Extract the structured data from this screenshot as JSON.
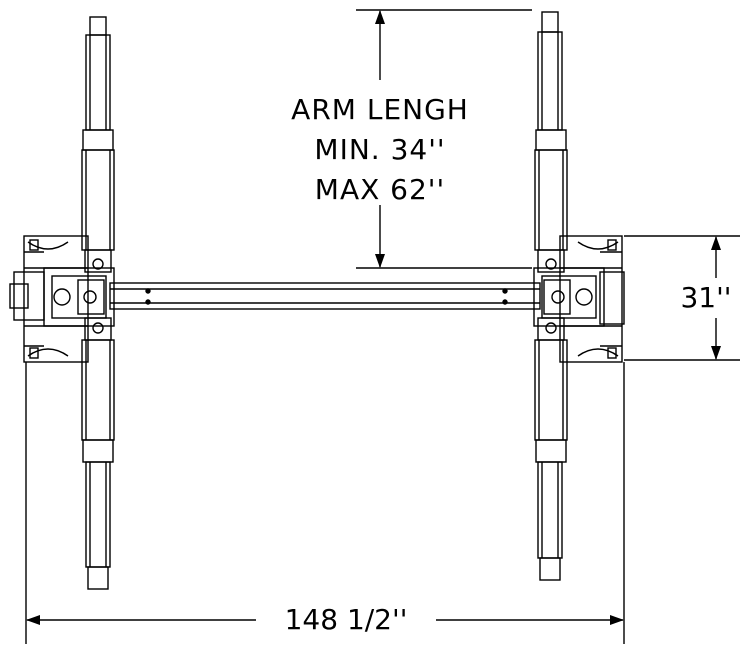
{
  "labels": {
    "arm_length_line1": "ARM LENGH",
    "arm_length_line2": "MIN. 34''",
    "arm_length_line3": "MAX 62''",
    "height_dimension": "31''",
    "width_dimension": "148 1/2''"
  },
  "colors": {
    "line": "#000000",
    "background": "#ffffff"
  }
}
